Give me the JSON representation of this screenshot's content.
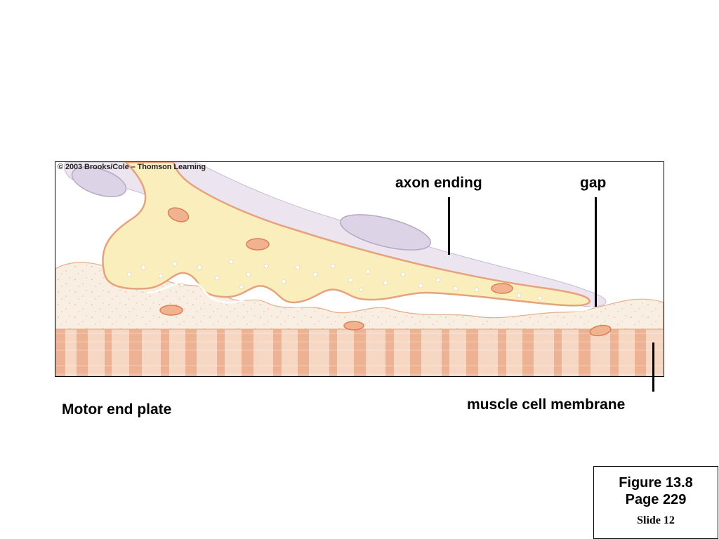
{
  "figure": {
    "copyright": "© 2003 Brooks/Cole – Thomson Learning"
  },
  "labels": {
    "axon_ending": "axon ending",
    "gap": "gap",
    "muscle_cell_membrane": "muscle cell membrane",
    "motor_end_plate": "Motor end plate"
  },
  "reference": {
    "figure": "Figure 13.8",
    "page": "Page 229",
    "slide": "Slide 12"
  },
  "colors": {
    "axon_fill": "#faeebc",
    "axon_outline": "#e6a27c",
    "sheath": "#e9e2ee",
    "muscle_surface": "#f8ece0",
    "muscle_stripes": "#e7a07c"
  }
}
